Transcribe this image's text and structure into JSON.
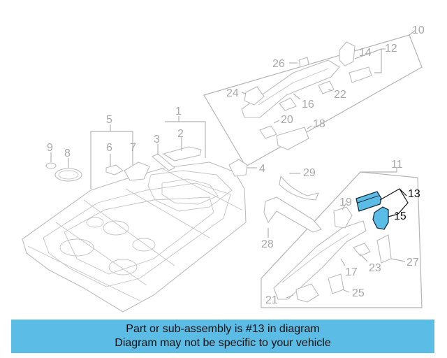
{
  "diagram": {
    "callouts": {
      "c1": "1",
      "c2": "2",
      "c3": "3",
      "c4": "4",
      "c5": "5",
      "c6": "6",
      "c7": "7",
      "c8": "8",
      "c9": "9",
      "c10": "10",
      "c11": "11",
      "c12": "12",
      "c13": "13",
      "c14": "14",
      "c15": "15",
      "c16": "16",
      "c17": "17",
      "c18": "18",
      "c19": "19",
      "c20": "20",
      "c21": "21",
      "c22": "22",
      "c23": "23",
      "c24": "24",
      "c25": "25",
      "c26": "26",
      "c27": "27",
      "c28": "28",
      "c29": "29"
    },
    "highlighted_part": "13",
    "highlight_color": "#5bbde6"
  },
  "banner": {
    "line1": "Part or sub-assembly is #13 in diagram",
    "line2": "Diagram may not be specific to your vehicle",
    "background": "#5bbde6"
  }
}
